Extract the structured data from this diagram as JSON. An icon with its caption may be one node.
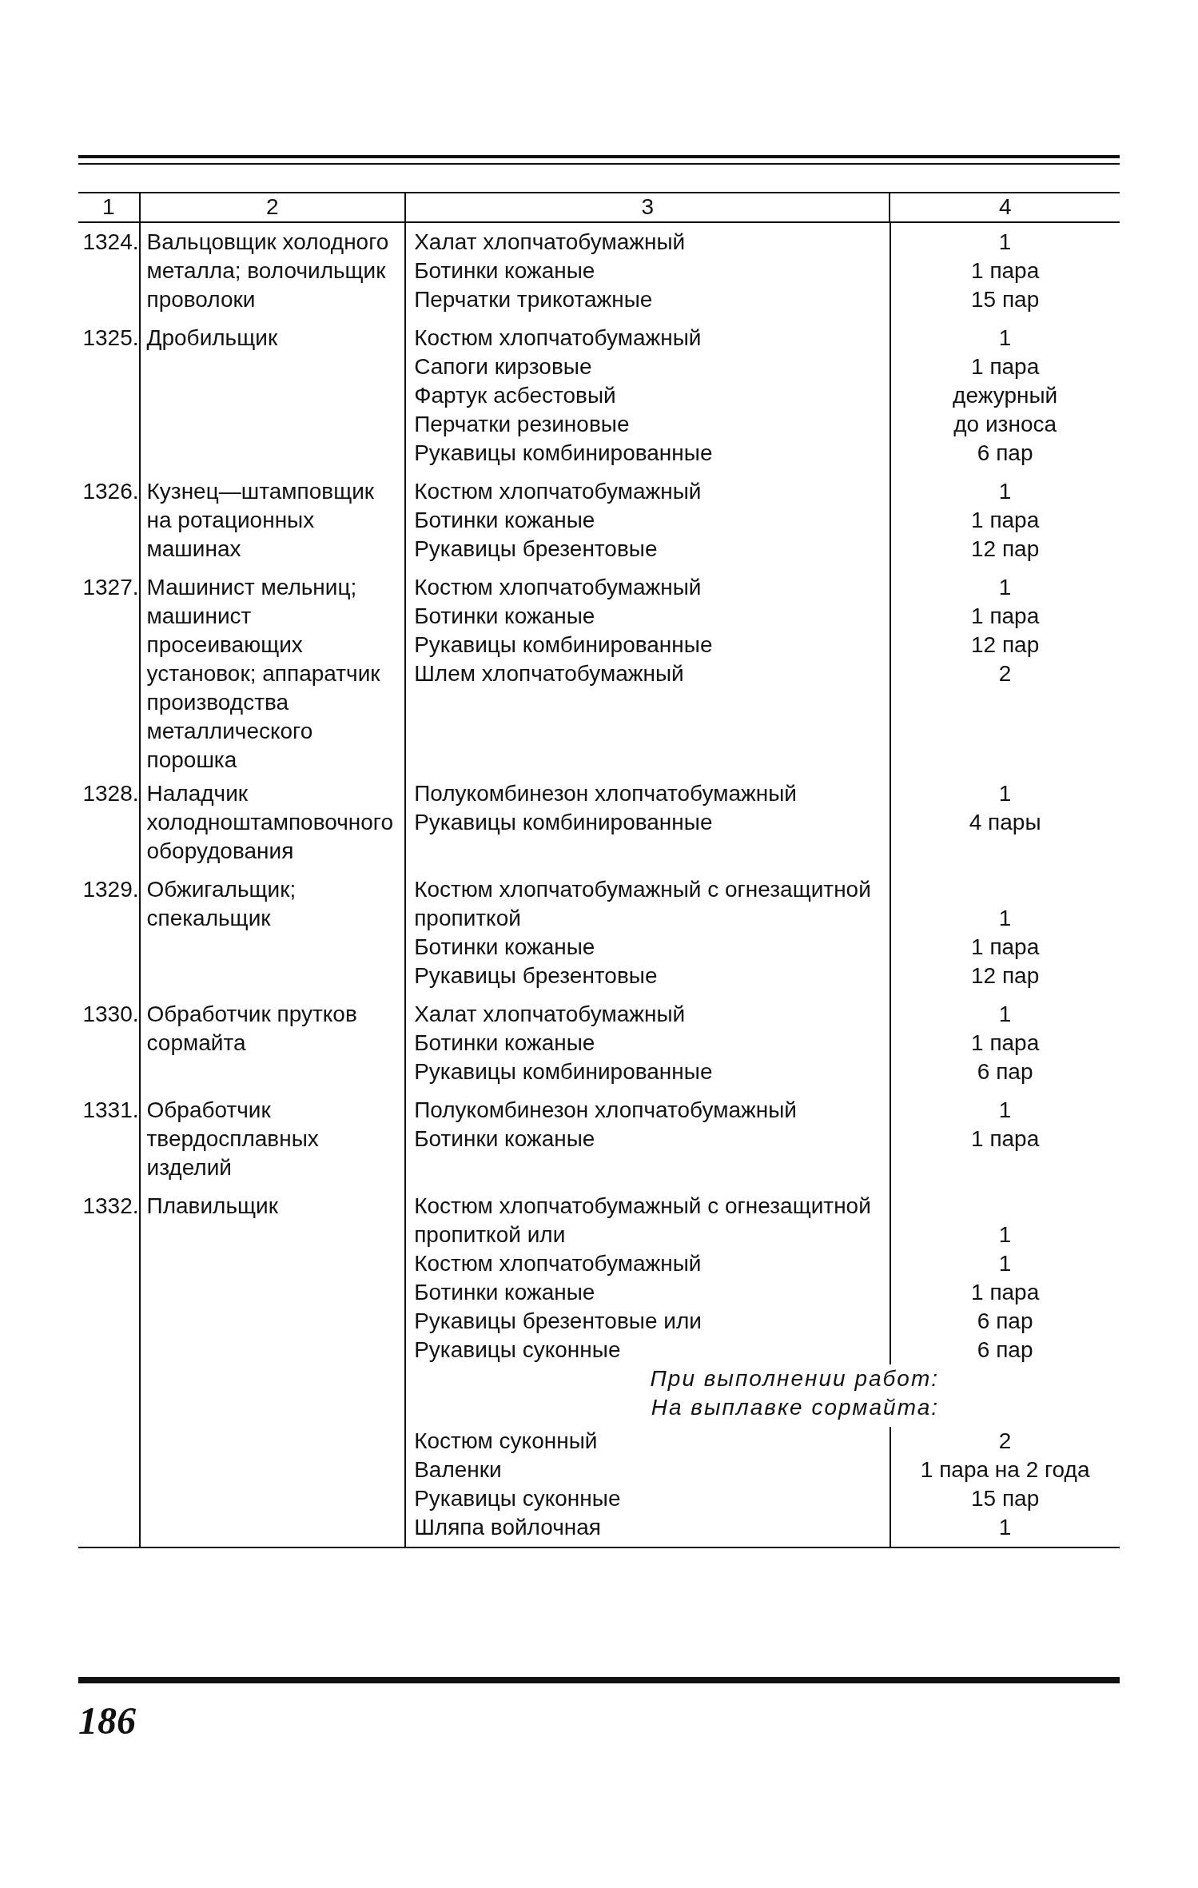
{
  "diagram": {
    "labels": [
      "1",
      "2",
      "3",
      "4",
      "1324.",
      "Вальцовщик холодного металла; волочильщик проволоки",
      "Халат хлопчатобумажный",
      "1",
      "Ботинки кожаные",
      "1 пара",
      "Перчатки трикотажные",
      "15 пар",
      "1325.",
      "Дробильщик",
      "Костюм хлопчатобумажный",
      "1",
      "Сапоги кирзовые",
      "1 пара",
      "Фартук асбестовый",
      "дежурный",
      "Перчатки резиновые",
      "до износа",
      "Рукавицы комбинированные",
      "6 пар",
      "1326.",
      "Кузнец—штамповщик на ротационных машинах",
      "Костюм хлопчатобумажный",
      "1",
      "Ботинки кожаные",
      "1 пара",
      "Рукавицы брезентовые",
      "12 пар",
      "1327.",
      "Машинист мельниц; машинист просеивающих установок; аппаратчик производства металлического порошка",
      "Костюм хлопчатобумажный",
      "1",
      "Ботинки кожаные",
      "1 пара",
      "Рукавицы комбинированные",
      "12 пар",
      "Шлем хлопчатобумажный",
      "2",
      "1328.",
      "Наладчик холодноштамповочного оборудования",
      "Полукомбинезон хлопчатобумажный",
      "1",
      "Рукавицы комбинированные",
      "4 пары",
      "1329.",
      "Обжигальщик; спекальщик",
      "Костюм хлопчатобумажный с огнезащитной пропиткой",
      "1",
      "Ботинки кожаные",
      "1 пара",
      "Рукавицы брезентовые",
      "12 пар",
      "1330.",
      "Обработчик прутков сормайта",
      "Халат хлопчатобумажный",
      "1",
      "Ботинки кожаные",
      "1 пара",
      "Рукавицы комбинированные",
      "6 пар",
      "1331.",
      "Обработчик твердосплавных изделий",
      "Полукомбинезон хлопчатобумажный",
      "1",
      "Ботинки кожаные",
      "1 пара",
      "1332.",
      "Плавильщик",
      "Костюм хлопчатобумажный с огнезащитной пропиткой или",
      "1",
      "Костюм хлопчатобумажный",
      "1",
      "Ботинки кожаные",
      "1 пара",
      "Рукавицы брезентовые или",
      "6 пар",
      "Рукавицы суконные",
      "6 пар",
      "При выполнении работ:",
      "На выплавке сормайта:",
      "Костюм суконный",
      "2",
      "Валенки",
      "1 пара на 2 года",
      "Рукавицы суконные",
      "15 пар",
      "Шляпа войлочная",
      "1",
      "186"
    ]
  }
}
